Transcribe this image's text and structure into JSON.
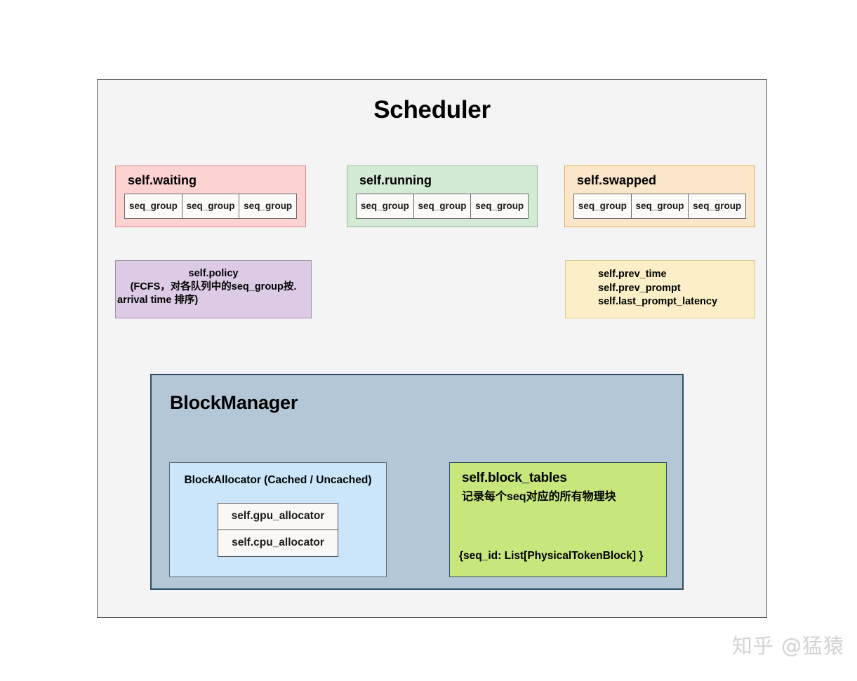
{
  "diagram": {
    "title": "Scheduler",
    "queues": [
      {
        "name": "self.waiting",
        "cells": [
          "seq_group",
          "seq_group",
          "seq_group"
        ],
        "fill": "#fcd3d1",
        "border": "#d98a86"
      },
      {
        "name": "self.running",
        "cells": [
          "seq_group",
          "seq_group",
          "seq_group"
        ],
        "fill": "#d3ead5",
        "border": "#8cbd92"
      },
      {
        "name": "self.swapped",
        "cells": [
          "seq_group",
          "seq_group",
          "seq_group"
        ],
        "fill": "#fce6c9",
        "border": "#e0ab53"
      }
    ],
    "policy": {
      "line1": "self.policy",
      "line2": "(FCFS，对各队列中的seq_group按.",
      "line3": "arrival time 排序)",
      "fill": "#ddcbe6",
      "border": "#9e8fa8"
    },
    "timing": {
      "lines": [
        "self.prev_time",
        "self.prev_prompt",
        "self.last_prompt_latency"
      ],
      "fill": "#fcefc7",
      "border": "#d6c98e"
    },
    "block_manager": {
      "title": "BlockManager",
      "fill": "#b4c7d6",
      "border": "#2d4f63",
      "allocator": {
        "title": "BlockAllocator (Cached / Uncached)",
        "cells": [
          "self.gpu_allocator",
          "self.cpu_allocator"
        ],
        "fill": "#cbe5fb",
        "border": "#5a6b7a"
      },
      "block_tables": {
        "title": "self.block_tables",
        "subtitle": "记录每个seq对应的所有物理块",
        "code": "{seq_id: List[PhysicalTokenBlock] }",
        "fill": "#c7e67c",
        "border": "#2d4f63"
      }
    },
    "watermark": "知乎 @猛猿"
  }
}
